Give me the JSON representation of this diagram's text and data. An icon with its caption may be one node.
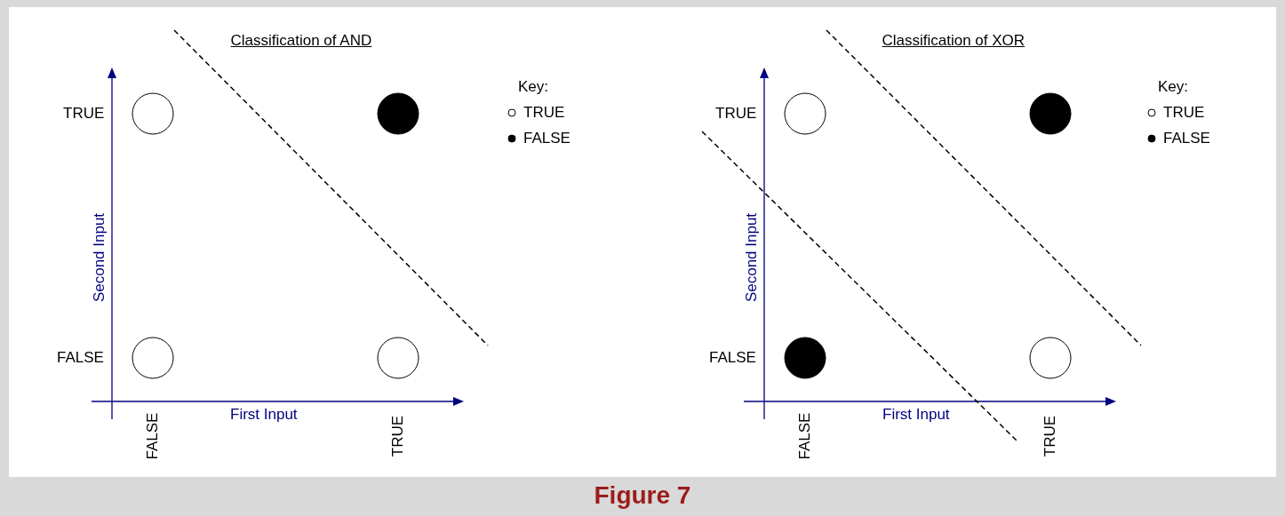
{
  "diagram": {
    "caption": "Figure 7",
    "labels": [
      "Classification of AND",
      "TRUE",
      "FALSE",
      "Second Input",
      "First Input",
      "FALSE",
      "TRUE",
      "Key:",
      "Classification of XOR",
      "TRUE",
      "FALSE",
      "Second Input",
      "First Input",
      "FALSE",
      "TRUE",
      "Key:"
    ],
    "legend": [
      {
        "text": "TRUE"
      },
      {
        "text": "FALSE"
      },
      {
        "text": "TRUE"
      },
      {
        "text": "FALSE"
      }
    ]
  }
}
